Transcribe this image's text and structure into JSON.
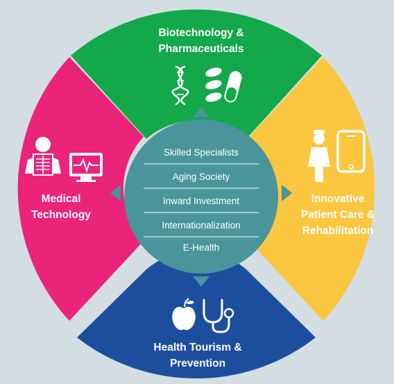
{
  "colors": {
    "background": "#d3dde2",
    "top": "#13a84a",
    "left": "#e9247a",
    "right": "#fbc640",
    "bottom": "#1d4e9e",
    "center": "#4a949b"
  },
  "segments": {
    "top": {
      "line1": "Biotechnology &",
      "line2": "Pharmaceuticals",
      "icons": [
        "dna-icon",
        "pills-icon"
      ]
    },
    "left": {
      "line1": "Medical",
      "line2": "Technology",
      "icons": [
        "xray-icon",
        "monitor-icon"
      ]
    },
    "right": {
      "line1": "Innovative",
      "line2": "Patient Care &",
      "line3": "Rehabilitation",
      "icons": [
        "nurse-icon",
        "smartphone-icon"
      ]
    },
    "bottom": {
      "line1": "Health Tourism &",
      "line2": "Prevention",
      "icons": [
        "apple-icon",
        "stethoscope-icon"
      ]
    }
  },
  "center": {
    "items": [
      "Skilled Specialists",
      "Aging Society",
      "Inward Investment",
      "Internationalization",
      "E-Health"
    ]
  }
}
